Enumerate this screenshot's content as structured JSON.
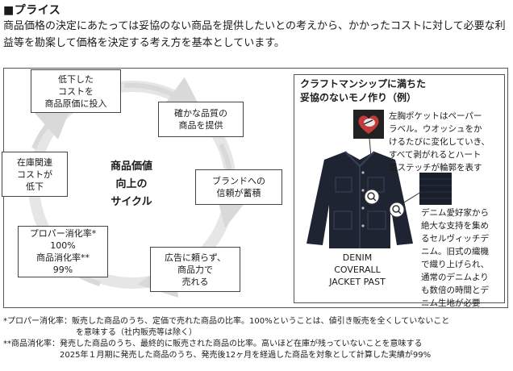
{
  "heading": "■プライス",
  "intro": "商品価格の決定にあたっては妥協のない商品を提供したいとの考えから、かかったコストに対して必要な利益等を勘案して価格を決定する考え方を基本としています。",
  "cycle": {
    "center_title": "商品価値\n向上の\nサイクル",
    "boxes": [
      "低下した\nコストを\n商品原価に投入",
      "確かな品質の\n商品を提供",
      "ブランドへの\n信頼が蓄積",
      "広告に頼らず、\n商品力で\n売れる",
      "プロパー消化率*\n100%\n商品消化率**\n99%",
      "在庫関連\nコストが\n低下"
    ]
  },
  "panel": {
    "title": "クラフトマンシップに満ちた\n妥協のないモノ作り（例）",
    "desc_pocket": "左胸ポケットはペーパー\nラベル。ウオッシュをか\nけるたびに変化していき、\nすべて剥がれるとハート\n型ステッチが輪郭を表す",
    "desc_denim": "デニム愛好家から\n絶大な支持を集め\nるセルヴィッチデ\nニム。旧式の織機\nで織り上げられ、\n通常のデニムより\nも数倍の時間とデ\nニム生地が必要",
    "product_label": "DENIM\nCOVERALL\nJACKET PAST"
  },
  "footnotes": [
    "*プロパー消化率：販売した商品のうち、定価で売れた商品の比率。100%ということは、値引き販売を全くしていないこと",
    "　　　　　　　　　を意味する（社内販売等は除く）",
    "**商品消化率：発売した商品のうち、最終的に販売された商品の比率。高いほど在庫が残っていないことを意味する",
    "　　　　　　　2025年１月期に発売した商品のうち、発売後12ヶ月を経過した商品を対象として計算した実績が99%"
  ],
  "colors": {
    "jacket": "#1f2433",
    "arrow": "#d9d9d9",
    "border": "#555555"
  }
}
